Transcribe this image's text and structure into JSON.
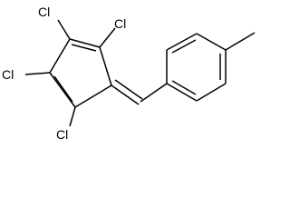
{
  "molecule": {
    "atoms": {
      "cl_top_left": "Cl",
      "cl_top_right": "Cl",
      "cl_left": "Cl",
      "cl_bottom": "Cl"
    }
  }
}
